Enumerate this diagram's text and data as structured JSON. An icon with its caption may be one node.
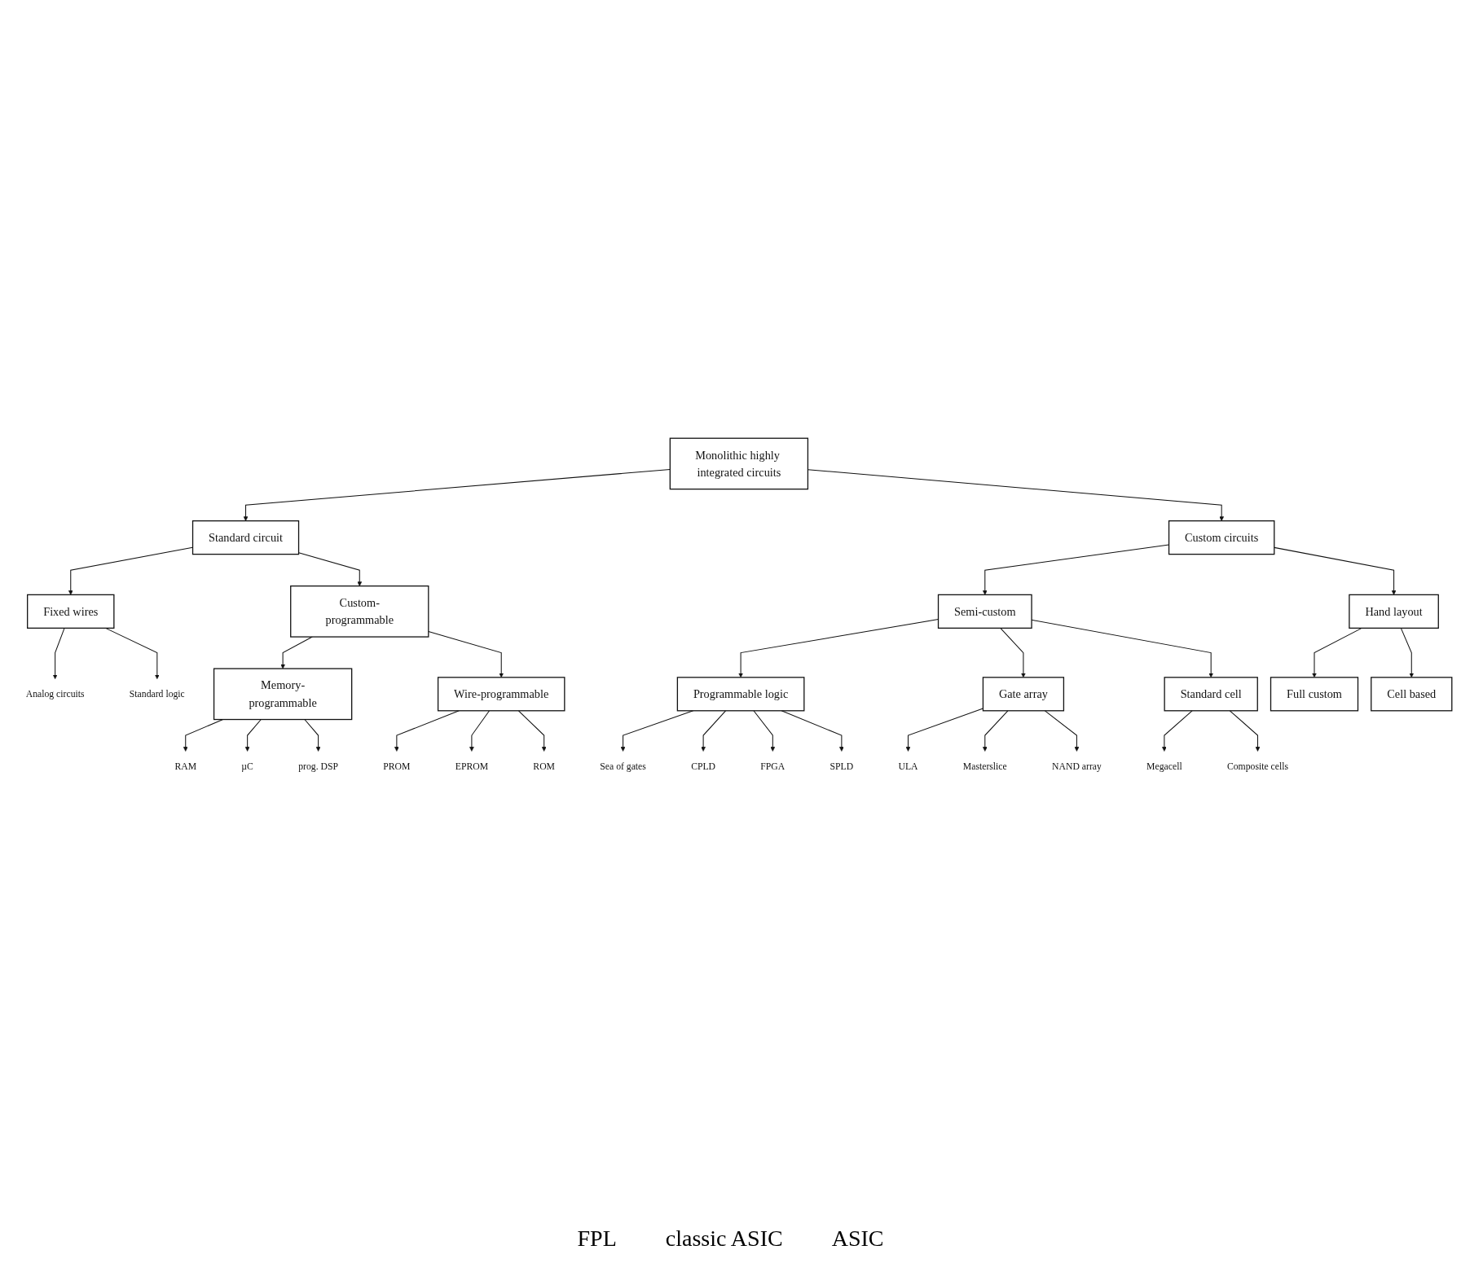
{
  "diagram": {
    "nodes": [
      {
        "text": [
          "Monolithic highly integrated circuits"
        ]
      },
      {
        "text": [
          "Standard circuit"
        ]
      },
      {
        "text": [
          "Custom circuits"
        ]
      },
      {
        "text": [
          "Fixed wires"
        ]
      },
      {
        "text": [
          "Custom-programmable"
        ]
      },
      {
        "text": [
          "Semi-custom"
        ]
      },
      {
        "text": [
          "Hand layout"
        ]
      },
      {
        "text": [
          "Memory-programmable"
        ]
      },
      {
        "text": [
          "Wire-programmable"
        ]
      },
      {
        "text": [
          "Programmable logic"
        ]
      },
      {
        "text": [
          "Gate array"
        ]
      },
      {
        "text": [
          "Standard cell"
        ]
      },
      {
        "text": [
          "Full custom"
        ]
      },
      {
        "text": [
          "Cell based"
        ]
      },
      {
        "text": [
          "Analog circuits"
        ]
      },
      {
        "text": [
          "Standard logic"
        ]
      },
      {
        "text": [
          "RAM"
        ]
      },
      {
        "text": [
          "µC"
        ]
      },
      {
        "text": [
          "prog. DSP"
        ]
      },
      {
        "text": [
          "PROM"
        ]
      },
      {
        "text": [
          "EPROM"
        ]
      },
      {
        "text": [
          "ROM"
        ]
      },
      {
        "text": [
          "Sea of gates"
        ]
      },
      {
        "text": [
          "CPLD"
        ]
      },
      {
        "text": [
          "FPGA"
        ]
      },
      {
        "text": [
          "SPLD"
        ]
      },
      {
        "text": [
          "ULA"
        ]
      },
      {
        "text": [
          "Masterslice"
        ]
      },
      {
        "text": [
          "NAND array"
        ]
      },
      {
        "text": [
          "Megacell"
        ]
      },
      {
        "text": [
          "Composite cells"
        ]
      }
    ],
    "edges": [
      {
        "from": 0,
        "to": 1,
        "arrow": "to"
      },
      {
        "from": 0,
        "to": 2,
        "arrow": "to"
      },
      {
        "from": 1,
        "to": 3,
        "arrow": "to"
      },
      {
        "from": 1,
        "to": 4,
        "arrow": "to"
      },
      {
        "from": 2,
        "to": 5,
        "arrow": "to"
      },
      {
        "from": 2,
        "to": 6,
        "arrow": "to"
      },
      {
        "from": 4,
        "to": 7,
        "arrow": "to"
      },
      {
        "from": 4,
        "to": 8,
        "arrow": "to"
      },
      {
        "from": 5,
        "to": 9,
        "arrow": "to"
      },
      {
        "from": 5,
        "to": 10,
        "arrow": "to"
      },
      {
        "from": 5,
        "to": 11,
        "arrow": "to"
      },
      {
        "from": 6,
        "to": 12,
        "arrow": "to"
      },
      {
        "from": 6,
        "to": 13,
        "arrow": "to"
      },
      {
        "from": 3,
        "to": 14,
        "arrow": "to"
      },
      {
        "from": 3,
        "to": 15,
        "arrow": "to"
      },
      {
        "from": 7,
        "to": 16,
        "arrow": "to"
      },
      {
        "from": 7,
        "to": 17,
        "arrow": "to"
      },
      {
        "from": 7,
        "to": 18,
        "arrow": "to"
      },
      {
        "from": 8,
        "to": 19,
        "arrow": "to"
      },
      {
        "from": 8,
        "to": 20,
        "arrow": "to"
      },
      {
        "from": 8,
        "to": 21,
        "arrow": "to"
      },
      {
        "from": 9,
        "to": 22,
        "arrow": "to"
      },
      {
        "from": 9,
        "to": 23,
        "arrow": "to"
      },
      {
        "from": 9,
        "to": 24,
        "arrow": "to"
      },
      {
        "from": 9,
        "to": 25,
        "arrow": "to"
      },
      {
        "from": 10,
        "to": 26,
        "arrow": "to"
      },
      {
        "from": 10,
        "to": 27,
        "arrow": "to"
      },
      {
        "from": 10,
        "to": 28,
        "arrow": "to"
      },
      {
        "from": 11,
        "to": 29,
        "arrow": "to"
      },
      {
        "from": 11,
        "to": 30,
        "arrow": "to"
      }
    ],
    "labels": [
      "FPL",
      "classic ASIC",
      "ASIC"
    ]
  }
}
